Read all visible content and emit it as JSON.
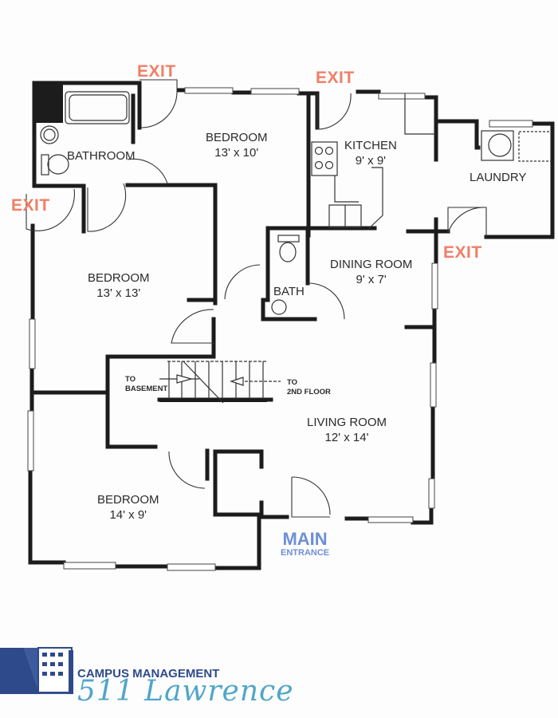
{
  "plan": {
    "rooms": {
      "bathroom": {
        "name": "BATHROOM"
      },
      "bedroom_top": {
        "name": "BEDROOM",
        "size": "13' x 10'"
      },
      "kitchen": {
        "name": "KITCHEN",
        "size": "9' x 9'"
      },
      "laundry": {
        "name": "LAUNDRY"
      },
      "bedroom_left": {
        "name": "BEDROOM",
        "size": "13' x 13'"
      },
      "dining": {
        "name": "DINING ROOM",
        "size": "9' x 7'"
      },
      "bath": {
        "name": "BATH"
      },
      "living": {
        "name": "LIVING ROOM",
        "size": "12' x 14'"
      },
      "bedroom_bottom": {
        "name": "BEDROOM",
        "size": "14' x 9'"
      }
    },
    "stairs": {
      "to_basement": "TO\nBASEMENT",
      "to_basement_l1": "TO",
      "to_basement_l2": "BASEMENT",
      "to_2nd_l1": "TO",
      "to_2nd_l2": "2ND FLOOR"
    },
    "exits": [
      {
        "label": "EXIT",
        "location": "top-bedroom"
      },
      {
        "label": "EXIT",
        "location": "kitchen"
      },
      {
        "label": "EXIT",
        "location": "left-bedroom"
      },
      {
        "label": "EXIT",
        "location": "laundry"
      }
    ],
    "main_entrance": {
      "title": "MAIN",
      "subtitle": "ENTRANCE"
    },
    "colors": {
      "exit": "#f07f66",
      "main_entrance": "#6d8fd8",
      "walls": "#1c1c1c",
      "brand_dark": "#2e4a8a",
      "brand_light": "#4fa6c9"
    }
  },
  "branding": {
    "company": "CAMPUS MANAGEMENT",
    "property": "511 Lawrence",
    "logo_icon": "building-icon"
  }
}
